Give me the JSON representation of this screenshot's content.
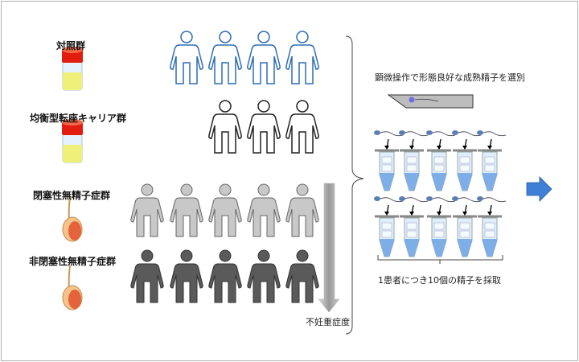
{
  "groups": [
    {
      "label": "対照群",
      "person_color": "outline-blue"
    },
    {
      "label": "均衡型転座キャリア群",
      "person_color": "outline-black"
    },
    {
      "label": "閉塞性無精子症群",
      "person_color": "#c8c8c8"
    },
    {
      "label": "非閉塞性無精子症群",
      "person_color": "#5a5a5a"
    }
  ],
  "severity_label": "不妊重症度",
  "selection_text": "顕微操作で形態良好な成熟精子を選別",
  "collection_text": "1患者につき10個の精子を採取",
  "colors": {
    "blue_outline": "#2e6db5",
    "arrow_blue": "#3f7fd6",
    "tube_liquid": "#7eaee8"
  }
}
